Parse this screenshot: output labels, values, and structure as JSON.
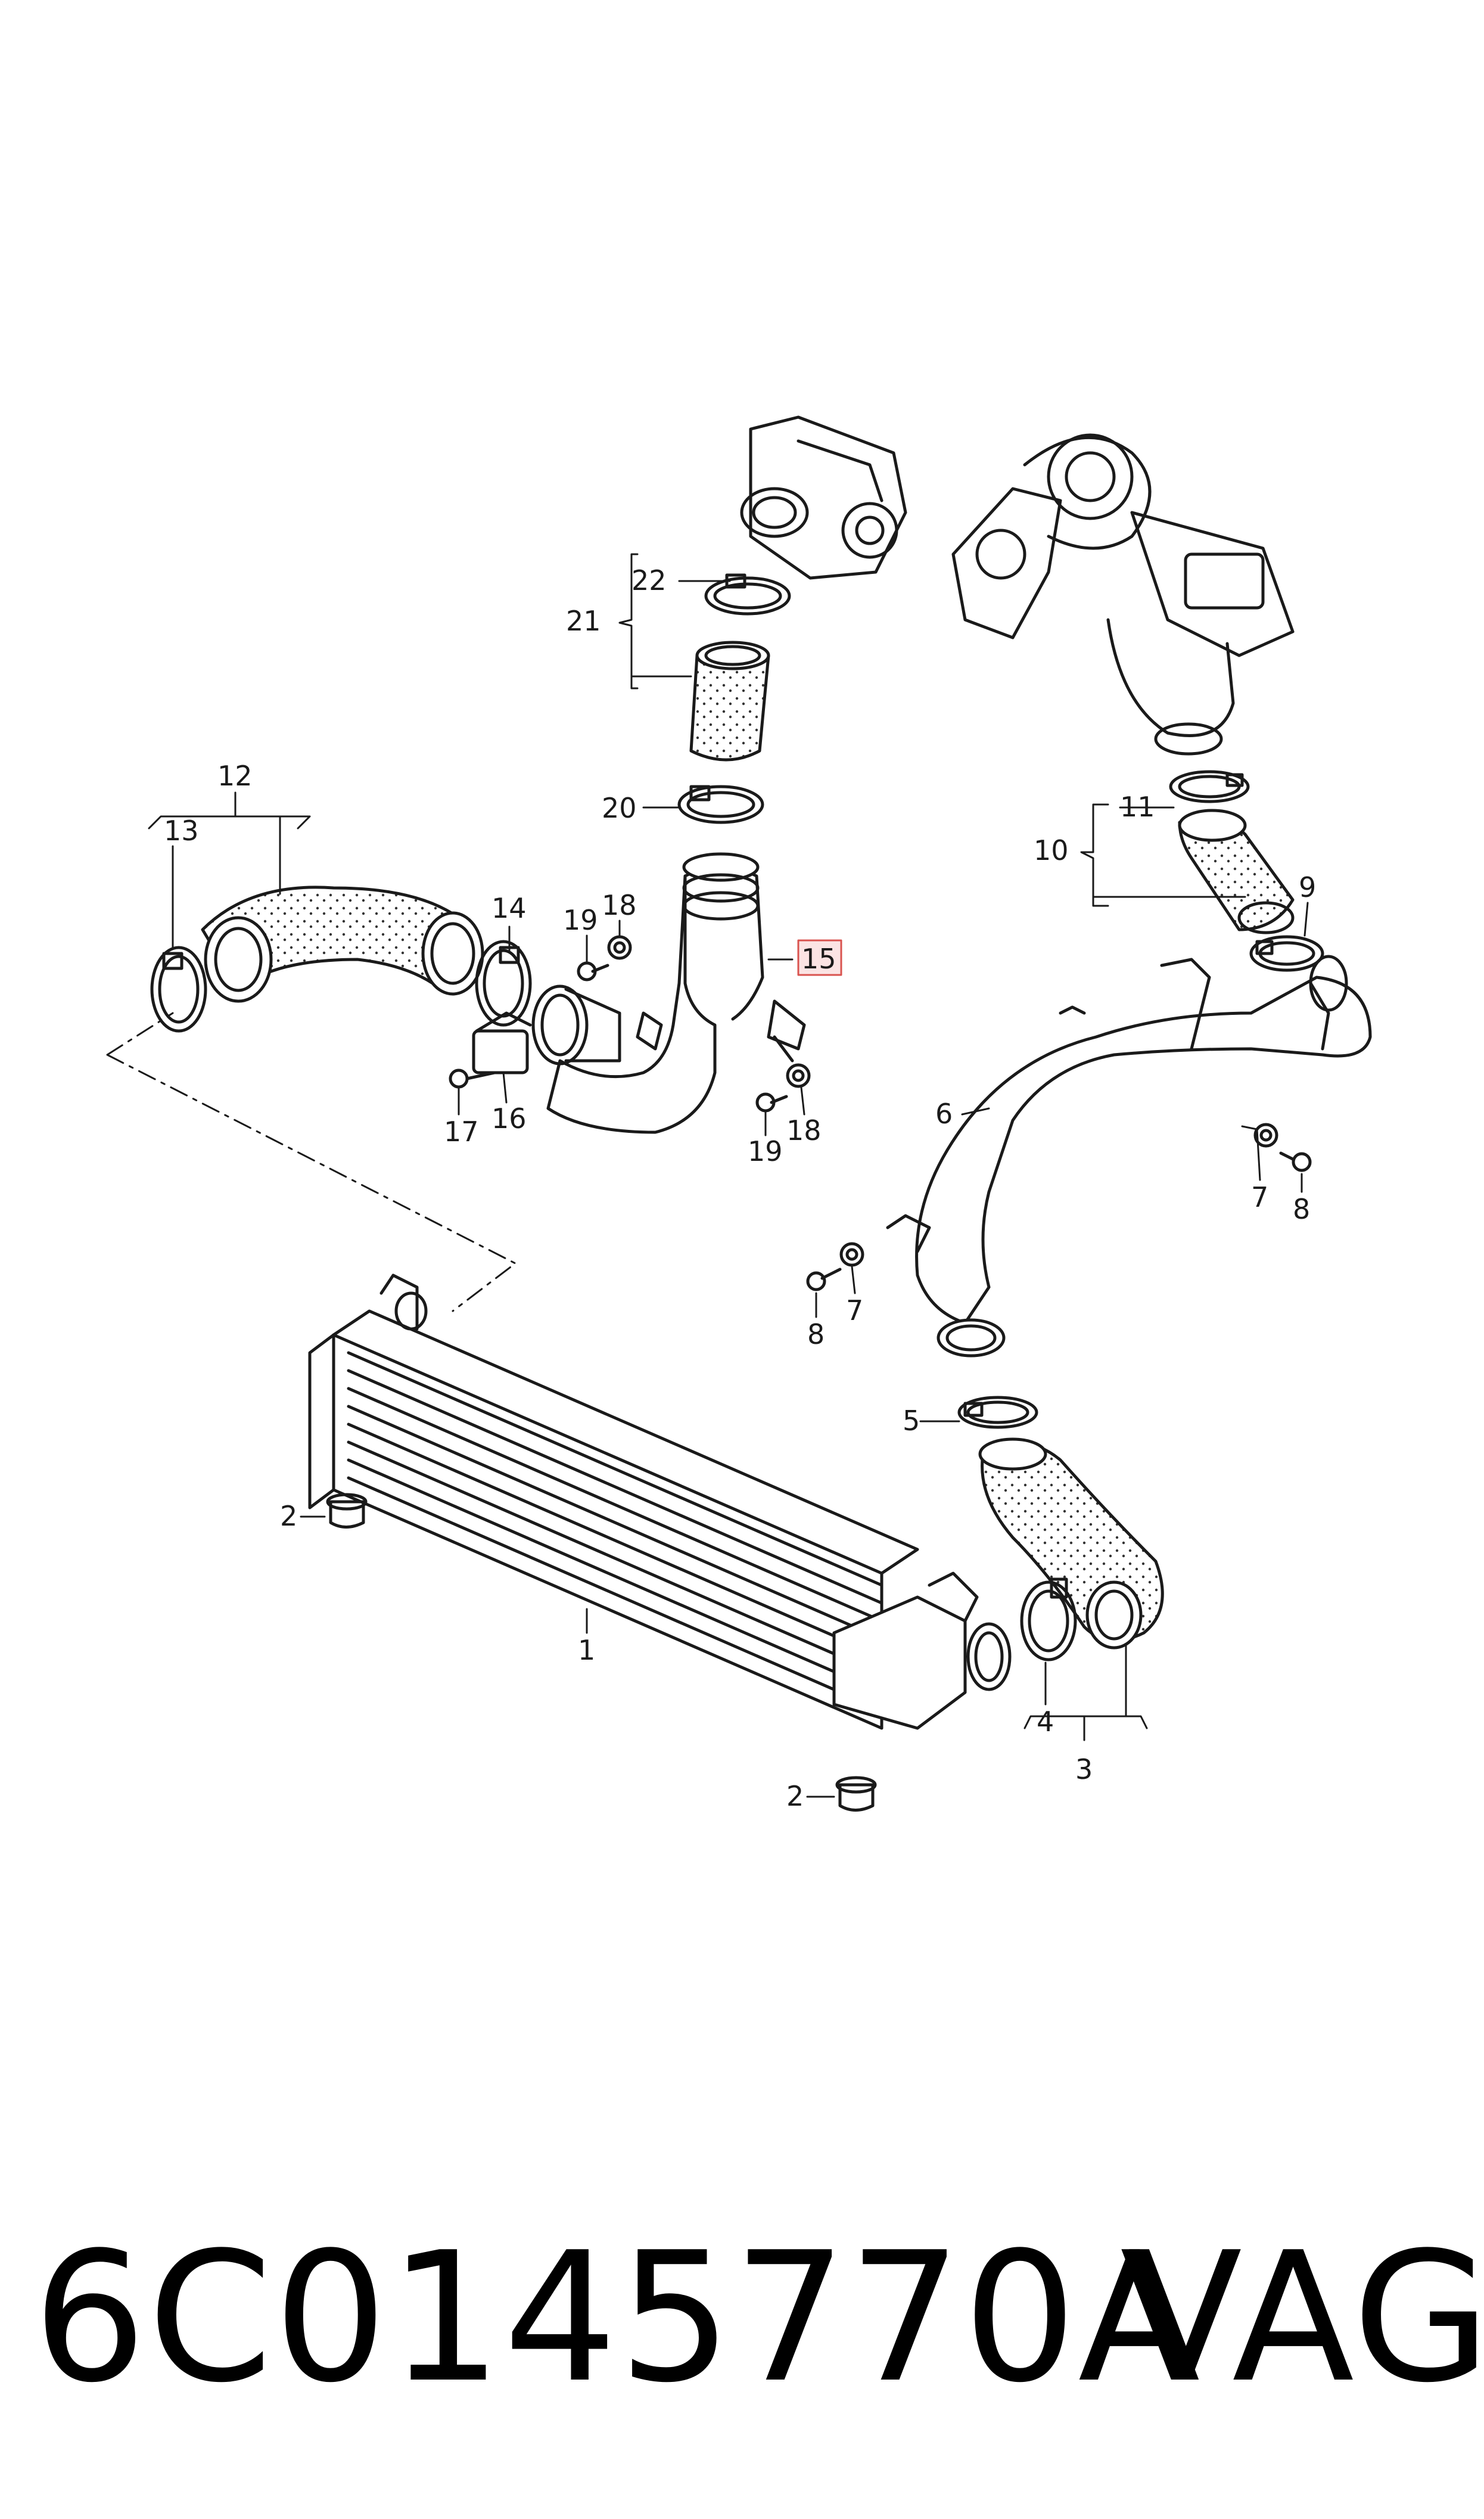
{
  "diagram": {
    "callouts": {
      "c1": "1",
      "c2a": "2",
      "c2b": "2",
      "c3": "3",
      "c4": "4",
      "c5": "5",
      "c6": "6",
      "c7a": "7",
      "c7b": "7",
      "c8a": "8",
      "c8b": "8",
      "c9": "9",
      "c10": "10",
      "c11": "11",
      "c12": "12",
      "c13": "13",
      "c14": "14",
      "c15": "15",
      "c16": "16",
      "c17": "17",
      "c18a": "18",
      "c18b": "18",
      "c19a": "19",
      "c19b": "19",
      "c20": "20",
      "c21": "21",
      "c22": "22"
    },
    "highlight_color": "#d9534f",
    "line_color": "#1a1a1a"
  },
  "footer": {
    "part_number": "6C0145770A",
    "brand": "VAG"
  }
}
